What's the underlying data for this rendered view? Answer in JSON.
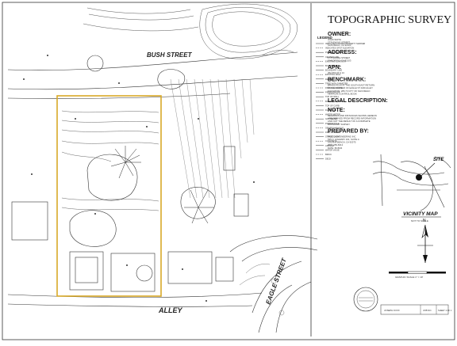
{
  "title_block": {
    "title": "TOPOGRAPHIC SURVEY",
    "sections": [
      {
        "heading": "OWNER:",
        "lines": [
          "JOHN SMITH",
          "2774 EAGLE STREET",
          "SAN DIEGO, CA 92103"
        ]
      },
      {
        "heading": "ADDRESS:",
        "lines": [
          "2774 EAGLE STREET",
          "SAN DIEGO, CA 92103"
        ]
      },
      {
        "heading": "APN:",
        "lines": [
          "452-660-03 & 13"
        ]
      },
      {
        "heading": "BENCHMARK:",
        "lines": [
          "BRASS PLUG AT THE SOUTH EAST RETURN",
          "IN THE CORNER OF EAGLE ST AND ALLEY",
          "ELEVATION: 286.73 CITY OF SAN DIEGO",
          "VERTICAL CONTROL BOOK"
        ]
      },
      {
        "heading": "LEGAL DESCRIPTION:",
        "lines": []
      },
      {
        "heading": "NOTE:",
        "lines": [
          "BEARINGS AND DISTANCES SHOWN HEREON",
          "ARE DERIVED FROM RECORD INFORMATION",
          "AND NOT THE RESULT OF A COMPLETE",
          "BOUNDARY SURVEY."
        ]
      },
      {
        "heading": "PREPARED BY:",
        "lines": [
          "PASCO ENGINEERING INC",
          "535 N. HIGHWAY 101, SUITE A",
          "SOLANA BEACH, CA 92075",
          "(858) 259-8212",
          "DATE: 8/15/04"
        ]
      }
    ]
  },
  "vicinity_map": {
    "title": "VICINITY MAP",
    "subtitle": "NOT TO SCALE",
    "site_label": "SITE"
  },
  "north_arrow": {
    "label": "N"
  },
  "scale": {
    "label": "GRAPHIC SCALE   1\" = 10'"
  },
  "legend": {
    "title": "LEGEND",
    "items": [
      "INDICATES FOUND PROPERTY MARKER",
      "INDICATES SPOT ELEVATION",
      "PROPERTY LINE",
      "CENTER LINE",
      "EXISTING CONTOUR",
      "BUILDING LINE",
      "BOUNDARY LINE",
      "EXISTING WALL",
      "FENCE",
      "TREE WITH DIAMETER",
      "FINISH SURFACE",
      "FINISH GRADE",
      "TOP OF WALL",
      "BOTTOM OF WALL",
      "TOP OF CURB",
      "FLOW LINE",
      "WATER METER",
      "GAS METER",
      "POWER POLE",
      "SEWER MANHOLE",
      "FIRE HYDRANT",
      "STREET LIGHT",
      "CONCRETE",
      "ASPHALT",
      "WATER VALVE",
      "BRICK",
      "DECK"
    ]
  },
  "streets": {
    "north": "BUSH STREET",
    "south": "ALLEY",
    "east": "EAGLE STREET"
  },
  "project_box": {
    "lines": [
      "JOSEPH FOXX",
      "JOB NO.",
      "SHEET 1 OF 1"
    ]
  },
  "colors": {
    "ink": "#2a2a2a",
    "lot_outline": "#d8a928",
    "paper": "#ffffff"
  }
}
